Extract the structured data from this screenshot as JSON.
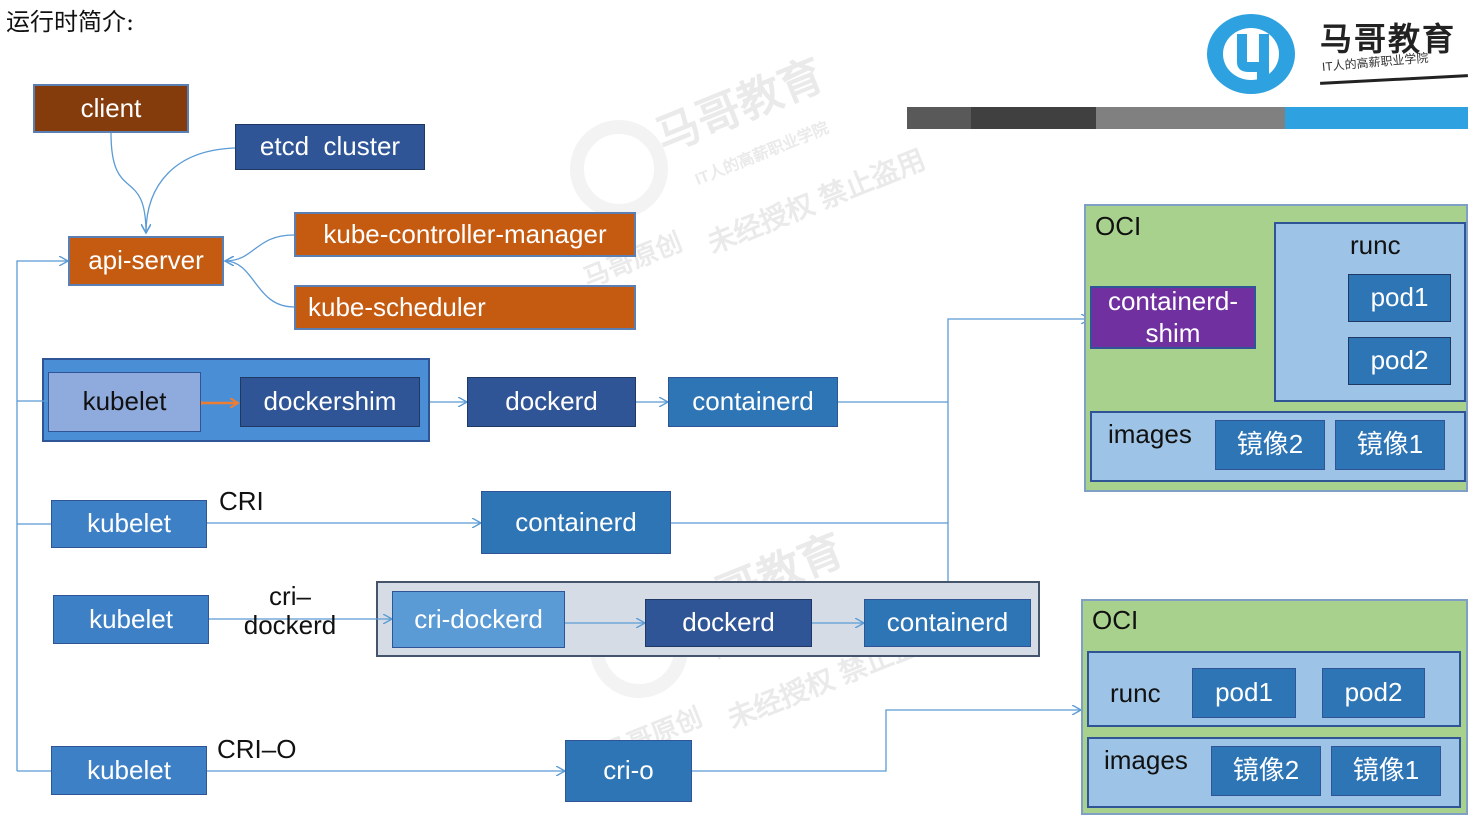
{
  "title": "运行时简介:",
  "logo": {
    "icon": "mage-logo-icon",
    "name": "马哥教育",
    "tagline": "IT人的高薪职业学院"
  },
  "watermark": {
    "brand": "马哥教育",
    "line1": "IT人的高薪职业学院",
    "line2": "未经授权 禁止盗用",
    "line3": "马哥原创"
  },
  "colors": {
    "brown": "#843c0c",
    "orange": "#c55a11",
    "blue": "#2e75b6",
    "navy": "#2f5597",
    "oci_green": "#a9d18e",
    "light_blue": "#9dc3e6",
    "purple": "#7030a0",
    "accent_orange": "#ed7d31",
    "arrow_blue": "#5b9bd5"
  },
  "control_plane": {
    "client": "client",
    "etcd": "etcd  cluster",
    "api_server": "api-server",
    "controller_manager": "kube-controller-manager",
    "scheduler": "kube-scheduler"
  },
  "row_dockershim": {
    "kubelet": "kubelet",
    "dockershim": "dockershim",
    "dockerd": "dockerd",
    "containerd": "containerd"
  },
  "row_cri": {
    "kubelet": "kubelet",
    "label": "CRI",
    "containerd": "containerd"
  },
  "row_cri_dockerd": {
    "kubelet": "kubelet",
    "label_line1": "cri–",
    "label_line2": "dockerd",
    "cri_dockerd": "cri-dockerd",
    "dockerd": "dockerd",
    "containerd": "containerd"
  },
  "row_crio": {
    "kubelet": "kubelet",
    "label": "CRI–O",
    "crio": "cri-o"
  },
  "oci_top": {
    "title": "OCI",
    "shim_line1": "containerd-",
    "shim_line2": "shim",
    "runc": "runc",
    "pod1": "pod1",
    "pod2": "pod2",
    "images": "images",
    "image2": "镜像2",
    "image1": "镜像1"
  },
  "oci_bottom": {
    "title": "OCI",
    "runc": "runc",
    "pod1": "pod1",
    "pod2": "pod2",
    "images": "images",
    "image2": "镜像2",
    "image1": "镜像1"
  }
}
